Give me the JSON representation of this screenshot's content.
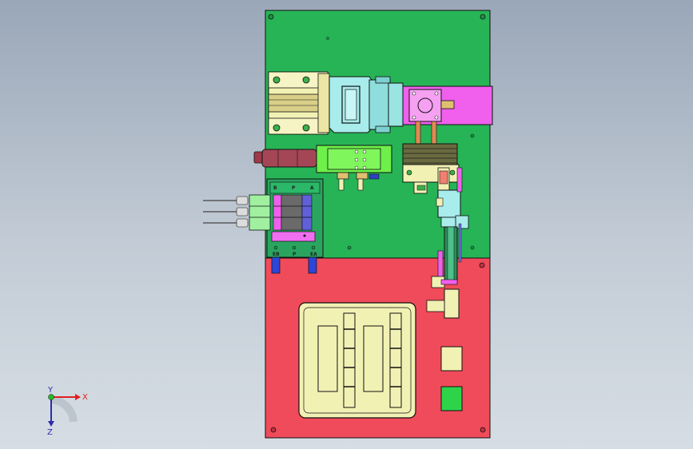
{
  "colors": {
    "base_green": "#27b456",
    "base_red": "#f04b5a",
    "cream": "#f2f1b4",
    "cyan": "#a8ecec",
    "magenta": "#f060ec",
    "axis_x": "#e02020",
    "axis_y": "#2d2da8",
    "axis_z": "#2d2da8",
    "origin": "#22bb22"
  },
  "valve_labels": {
    "top": [
      "B",
      "P",
      "A"
    ],
    "bottom": [
      "EB",
      "P",
      "EA"
    ]
  },
  "axes": {
    "x_label": "X",
    "y_label": "Y",
    "z_label": "Z"
  }
}
